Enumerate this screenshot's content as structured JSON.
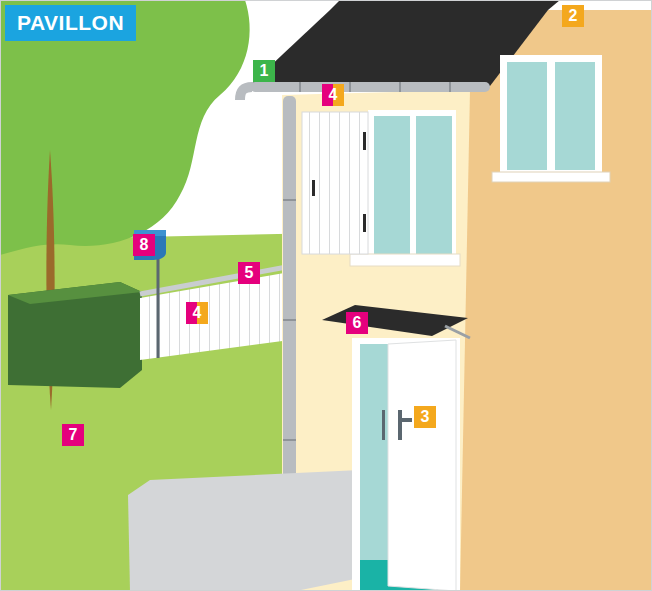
{
  "diagram": {
    "title": "PAVILLON",
    "labels": [
      "1",
      "2",
      "4",
      "8",
      "5",
      "6",
      "4",
      "3",
      "7"
    ]
  }
}
